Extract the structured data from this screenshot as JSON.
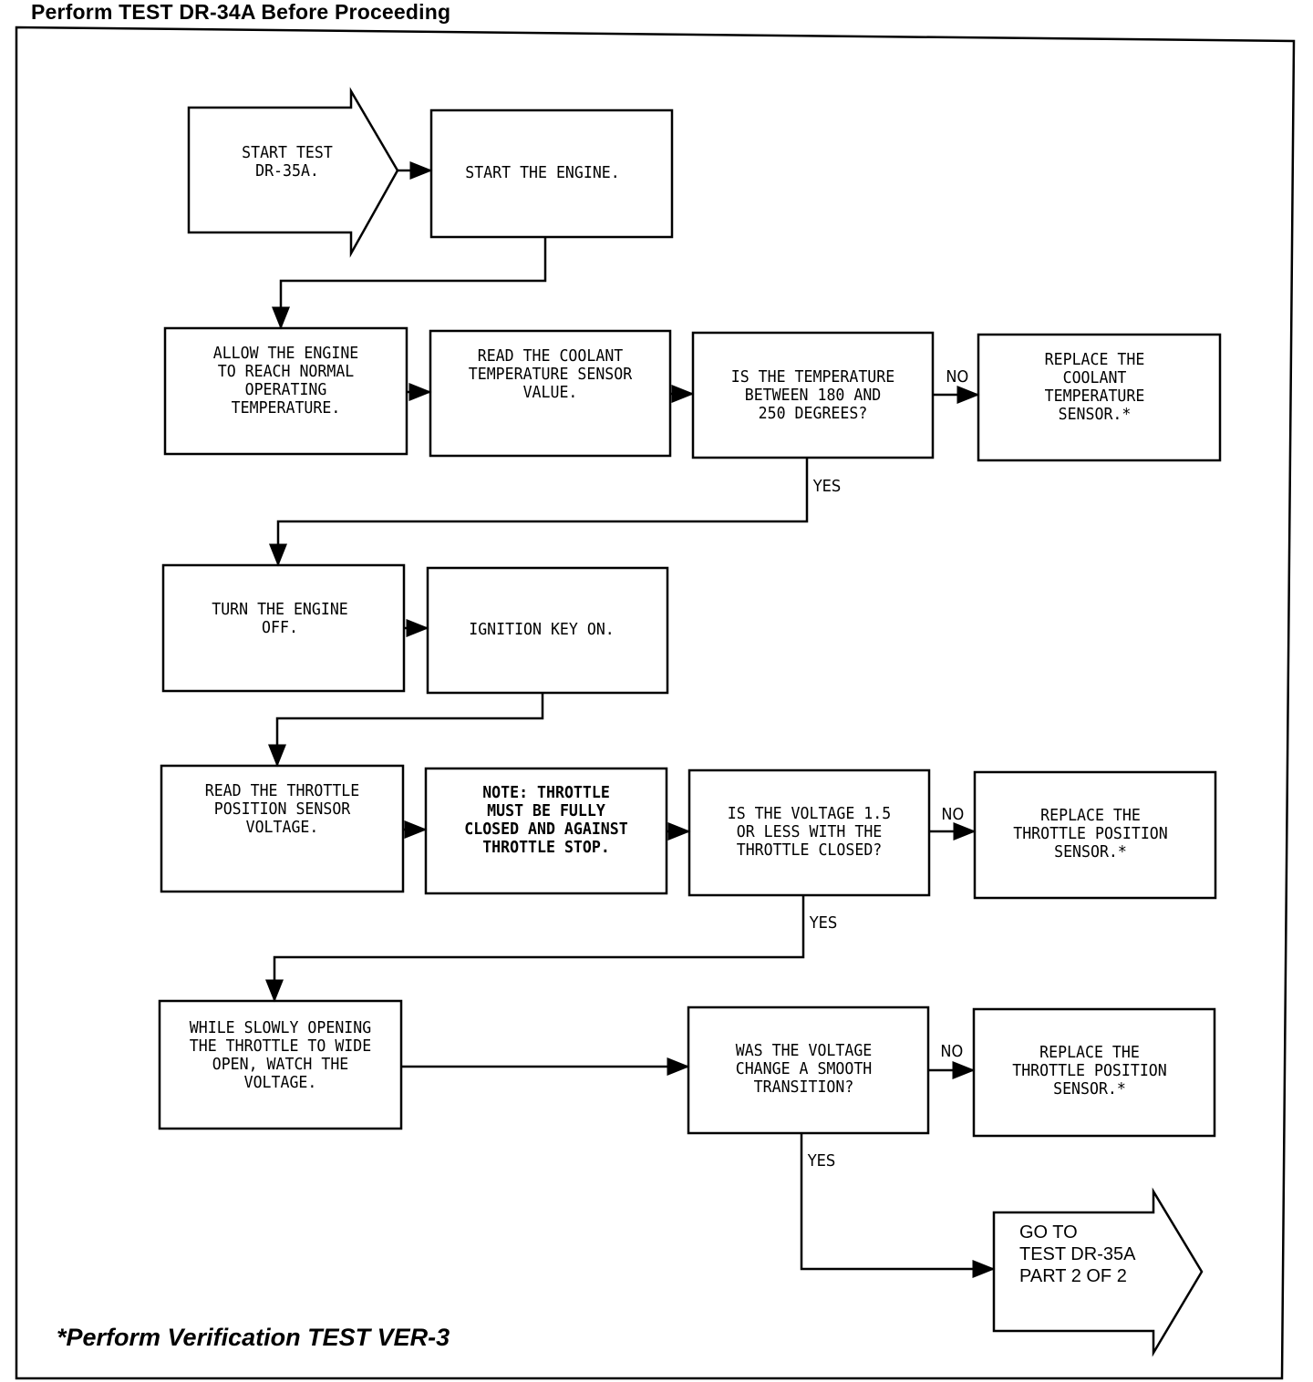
{
  "header": {
    "title": "Perform TEST DR-34A Before Proceeding"
  },
  "footer": {
    "note": "*Perform Verification TEST VER-3"
  },
  "steps": {
    "start": "START TEST\nDR-35A.",
    "start_engine": "START THE ENGINE.",
    "allow_engine": "ALLOW THE ENGINE\nTO REACH NORMAL\nOPERATING\nTEMPERATURE.",
    "read_coolant": "READ THE COOLANT\nTEMPERATURE SENSOR\nVALUE.",
    "temp_question": "IS THE TEMPERATURE\nBETWEEN 180 AND\n250 DEGREES?",
    "replace_coolant": "REPLACE THE\nCOOLANT\nTEMPERATURE\nSENSOR.*",
    "engine_off": "TURN THE ENGINE\nOFF.",
    "ignition_on": "IGNITION KEY ON.",
    "read_tps": "READ THE THROTTLE\nPOSITION SENSOR\nVOLTAGE.",
    "note": "NOTE: THROTTLE\nMUST BE FULLY\nCLOSED AND AGAINST\nTHROTTLE STOP.",
    "voltage_question": "IS THE VOLTAGE 1.5\nOR LESS WITH THE\nTHROTTLE CLOSED?",
    "replace_tps_1": "REPLACE THE\nTHROTTLE POSITION\nSENSOR.*",
    "open_throttle": "WHILE SLOWLY OPENING\nTHE THROTTLE TO WIDE\nOPEN, WATCH THE\nVOLTAGE.",
    "smooth_question": "WAS THE VOLTAGE\nCHANGE A SMOOTH\nTRANSITION?",
    "replace_tps_2": "REPLACE THE\nTHROTTLE POSITION\nSENSOR.*",
    "goto": "GO TO\nTEST DR-35A\nPART 2 OF 2"
  },
  "labels": {
    "no": "NO",
    "yes": "YES"
  }
}
